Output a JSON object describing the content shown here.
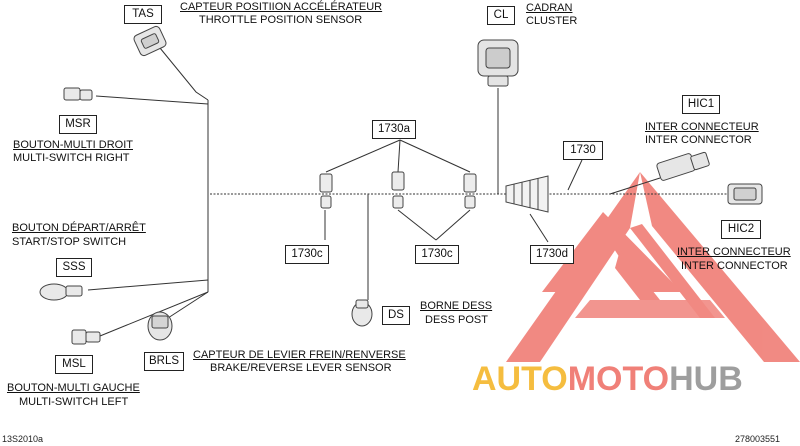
{
  "diagram": {
    "codes": {
      "tas": "TAS",
      "cl": "CL",
      "hic1": "HIC1",
      "msr": "MSR",
      "c1730a": "1730a",
      "c1730": "1730",
      "sss": "SSS",
      "c1730c_left": "1730c",
      "c1730c_mid": "1730c",
      "c1730d": "1730d",
      "hic2": "HIC2",
      "ds": "DS",
      "brls": "BRLS",
      "msl": "MSL"
    },
    "labels": {
      "tas_fr": "CAPTEUR POSITIION ACCÉLÉRATEUR",
      "tas_en": "THROTTLE POSITION SENSOR",
      "cl_fr": "CADRAN",
      "cl_en": "CLUSTER",
      "hic1_fr": "INTER CONNECTEUR",
      "hic1_en": "INTER CONNECTOR",
      "msr_fr": "BOUTON-MULTI DROIT",
      "msr_en": "MULTI-SWITCH RIGHT",
      "sss_fr": "BOUTON DÉPART/ARRÊT",
      "sss_en": "START/STOP SWITCH",
      "hic2_fr": "INTER CONNECTEUR",
      "hic2_en": "INTER CONNECTOR",
      "ds_fr": "BORNE DESS",
      "ds_en": "DESS POST",
      "brls_fr": "CAPTEUR DE LEVIER FREIN/RENVERSE",
      "brls_en": "BRAKE/REVERSE LEVER SENSOR",
      "msl_fr": "BOUTON-MULTI GAUCHE",
      "msl_en": "MULTI-SWITCH LEFT"
    },
    "footer": {
      "left": "13S2010a",
      "right": "278003551"
    }
  },
  "watermark": {
    "part1": "AUTO",
    "part2": "MOTO",
    "part3": "HUB",
    "colors": {
      "logo": "#f08078",
      "auto": "#f5bd3f",
      "moto": "#f08078",
      "hub": "#9e9e9e"
    }
  }
}
